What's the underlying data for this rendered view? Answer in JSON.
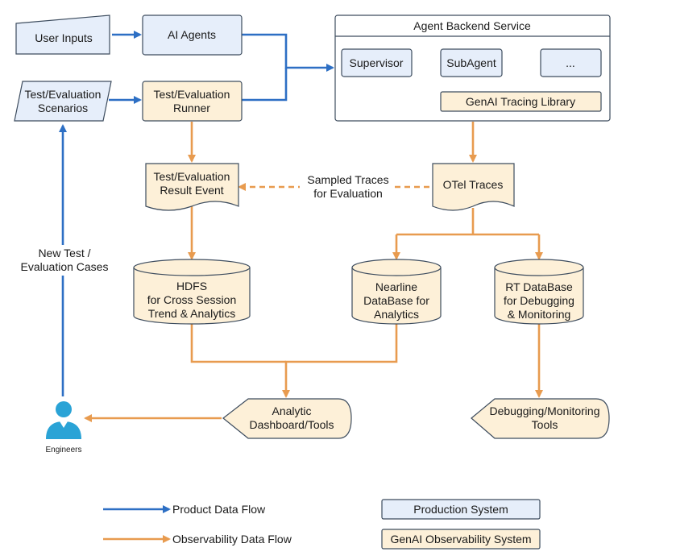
{
  "nodes": {
    "user_inputs": "User Inputs",
    "ai_agents": "AI Agents",
    "test_scenarios": [
      "Test/Evaluation",
      "Scenarios"
    ],
    "test_runner": [
      "Test/Evaluation",
      "Runner"
    ],
    "backend_title": "Agent Backend Service",
    "supervisor": "Supervisor",
    "subagent": "SubAgent",
    "ellipsis": "...",
    "tracing_library": "GenAI Tracing Library",
    "result_event": [
      "Test/Evaluation",
      "Result Event"
    ],
    "otel_traces": "OTel Traces",
    "hdfs": [
      "HDFS",
      "for Cross Session",
      "Trend & Analytics"
    ],
    "nearline": [
      "Nearline",
      "DataBase for",
      "Analytics"
    ],
    "rt_database": [
      "RT DataBase",
      "for Debugging",
      "& Monitoring"
    ],
    "analytic_dashboard": [
      "Analytic",
      "Dashboard/Tools"
    ],
    "debug_tools": [
      "Debugging/Monitoring",
      "Tools"
    ],
    "engineers": "Engineers"
  },
  "edge_labels": {
    "sampled_traces": [
      "Sampled Traces",
      "for Evaluation"
    ],
    "new_cases": [
      "New Test /",
      "Evaluation Cases"
    ]
  },
  "legend": {
    "product_flow": "Product Data Flow",
    "observability_flow": "Observability Data Flow",
    "production_system": "Production System",
    "genai_system": "GenAI Observability System"
  },
  "colors": {
    "product_flow": "#2d6fc4",
    "observability_flow": "#e89b4f",
    "production_fill": "#e6eefa",
    "observability_fill": "#fdf0d8",
    "engineer_icon": "#2aa3d6"
  }
}
